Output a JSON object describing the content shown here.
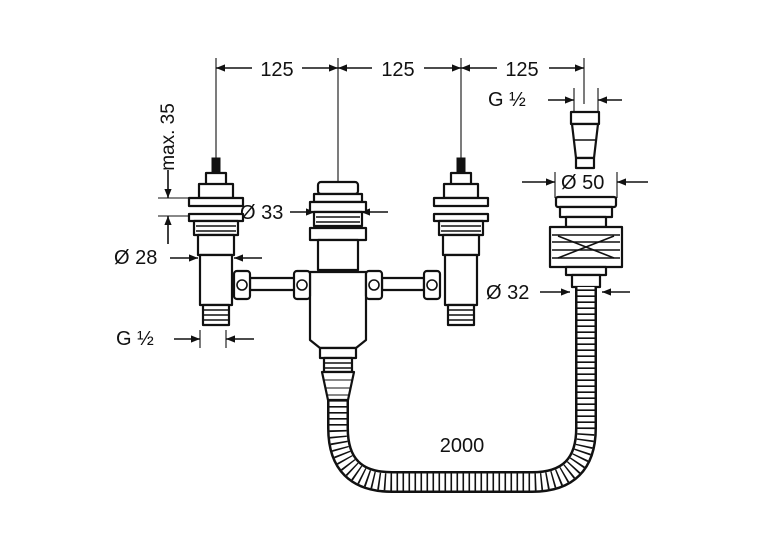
{
  "diagram": {
    "colors": {
      "line": "#111111",
      "background": "#ffffff"
    },
    "dimensions": {
      "spacing_1": "125",
      "spacing_2": "125",
      "spacing_3": "125",
      "max_height": "max. 35",
      "diameter_33": "Ø 33",
      "diameter_28": "Ø 28",
      "thread_left": "G ½",
      "thread_right": "G ½",
      "diameter_50": "Ø 50",
      "diameter_32": "Ø 32",
      "hose_length": "2000"
    }
  }
}
